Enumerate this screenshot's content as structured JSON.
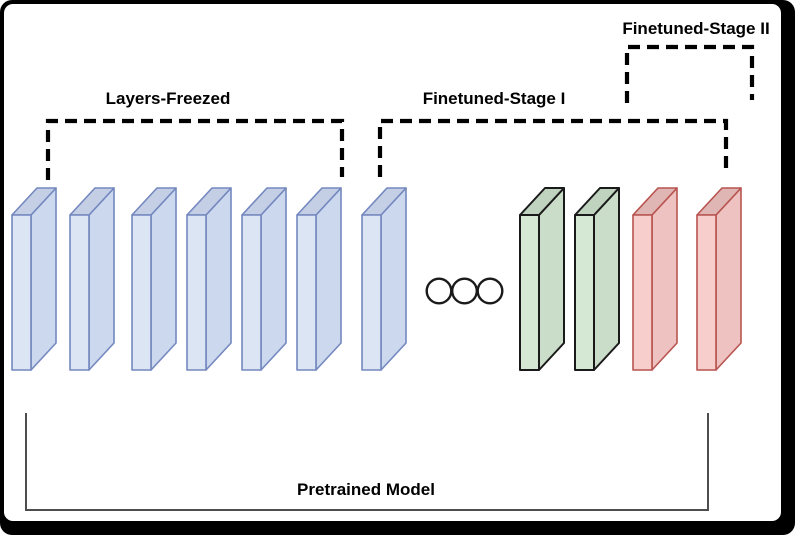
{
  "diagram": {
    "labels": {
      "layers_freezed": "Layers-Freezed",
      "finetuned_stage1": "Finetuned-Stage I",
      "finetuned_stage2": "Finetuned-Stage II",
      "pretrained_model": "Pretrained Model"
    },
    "colors": {
      "background": "#ffffff",
      "frame": "#000000",
      "bracket_dash": "#000000",
      "pretrained_bracket": "#4d4d4d",
      "ellipsis_stroke": "#1a1a1a",
      "ellipsis_fill": "#ffffff",
      "blue": {
        "front": "#dbe5f4",
        "top": "#c4cfe6",
        "side": "#ccd8ee",
        "stroke": "#7488bf",
        "stroke_width": 1.6
      },
      "green": {
        "front": "#d5e8d4",
        "top": "#c0d3bf",
        "side": "#c9ddc8",
        "stroke": "#1a1a1a",
        "stroke_width": 2
      },
      "red": {
        "front": "#f8cecc",
        "top": "#e0b6b4",
        "side": "#eec2c0",
        "stroke": "#b85450",
        "stroke_width": 1.6
      }
    },
    "layers": [
      {
        "id": "frozen-1",
        "group": "layers-freezed",
        "color": "blue"
      },
      {
        "id": "frozen-2",
        "group": "layers-freezed",
        "color": "blue"
      },
      {
        "id": "frozen-3",
        "group": "layers-freezed",
        "color": "blue"
      },
      {
        "id": "frozen-4",
        "group": "layers-freezed",
        "color": "blue"
      },
      {
        "id": "frozen-5",
        "group": "layers-freezed",
        "color": "blue"
      },
      {
        "id": "frozen-6",
        "group": "layers-freezed",
        "color": "blue"
      },
      {
        "id": "frozen-7",
        "group": "layers-freezed",
        "color": "blue"
      },
      {
        "id": "stage1-1",
        "group": "finetuned-stage-1",
        "color": "green"
      },
      {
        "id": "stage1-2",
        "group": "finetuned-stage-1",
        "color": "green"
      },
      {
        "id": "stage2-1",
        "group": "finetuned-stage-2",
        "color": "red"
      },
      {
        "id": "stage2-2",
        "group": "finetuned-stage-2",
        "color": "red"
      }
    ],
    "ellipsis_dots": 3
  }
}
